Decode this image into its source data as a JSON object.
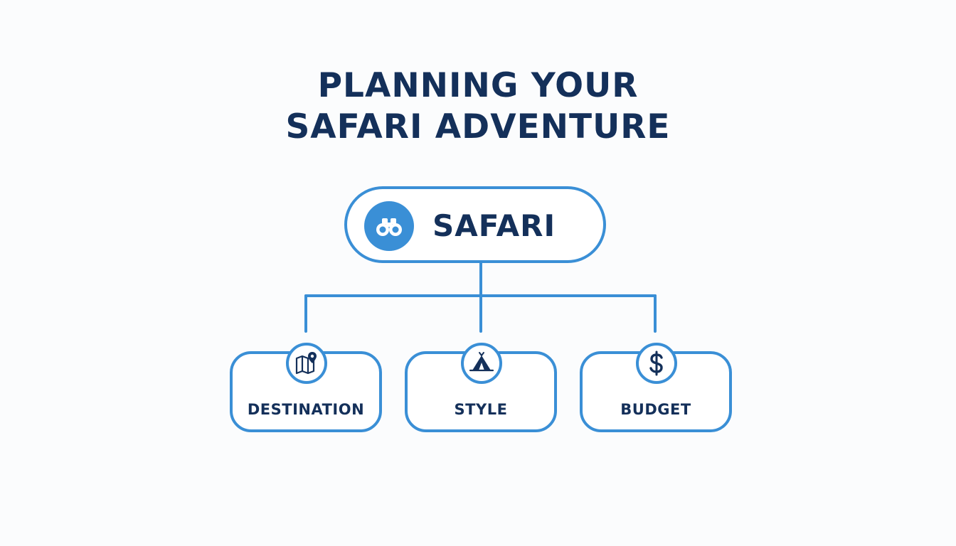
{
  "title": {
    "line1": "PLANNING YOUR",
    "line2": "SAFARI ADVENTURE"
  },
  "root": {
    "label": "SAFARI",
    "icon": "binoculars-icon"
  },
  "children": [
    {
      "label": "DESTINATION",
      "icon": "map-pin-icon"
    },
    {
      "label": "STYLE",
      "icon": "tent-icon"
    },
    {
      "label": "BUDGET",
      "icon": "dollar-icon"
    }
  ],
  "colors": {
    "title_text": "#14305a",
    "accent": "#3a8fd6",
    "node_fill": "#ffffff",
    "background": "#fbfcfd"
  }
}
